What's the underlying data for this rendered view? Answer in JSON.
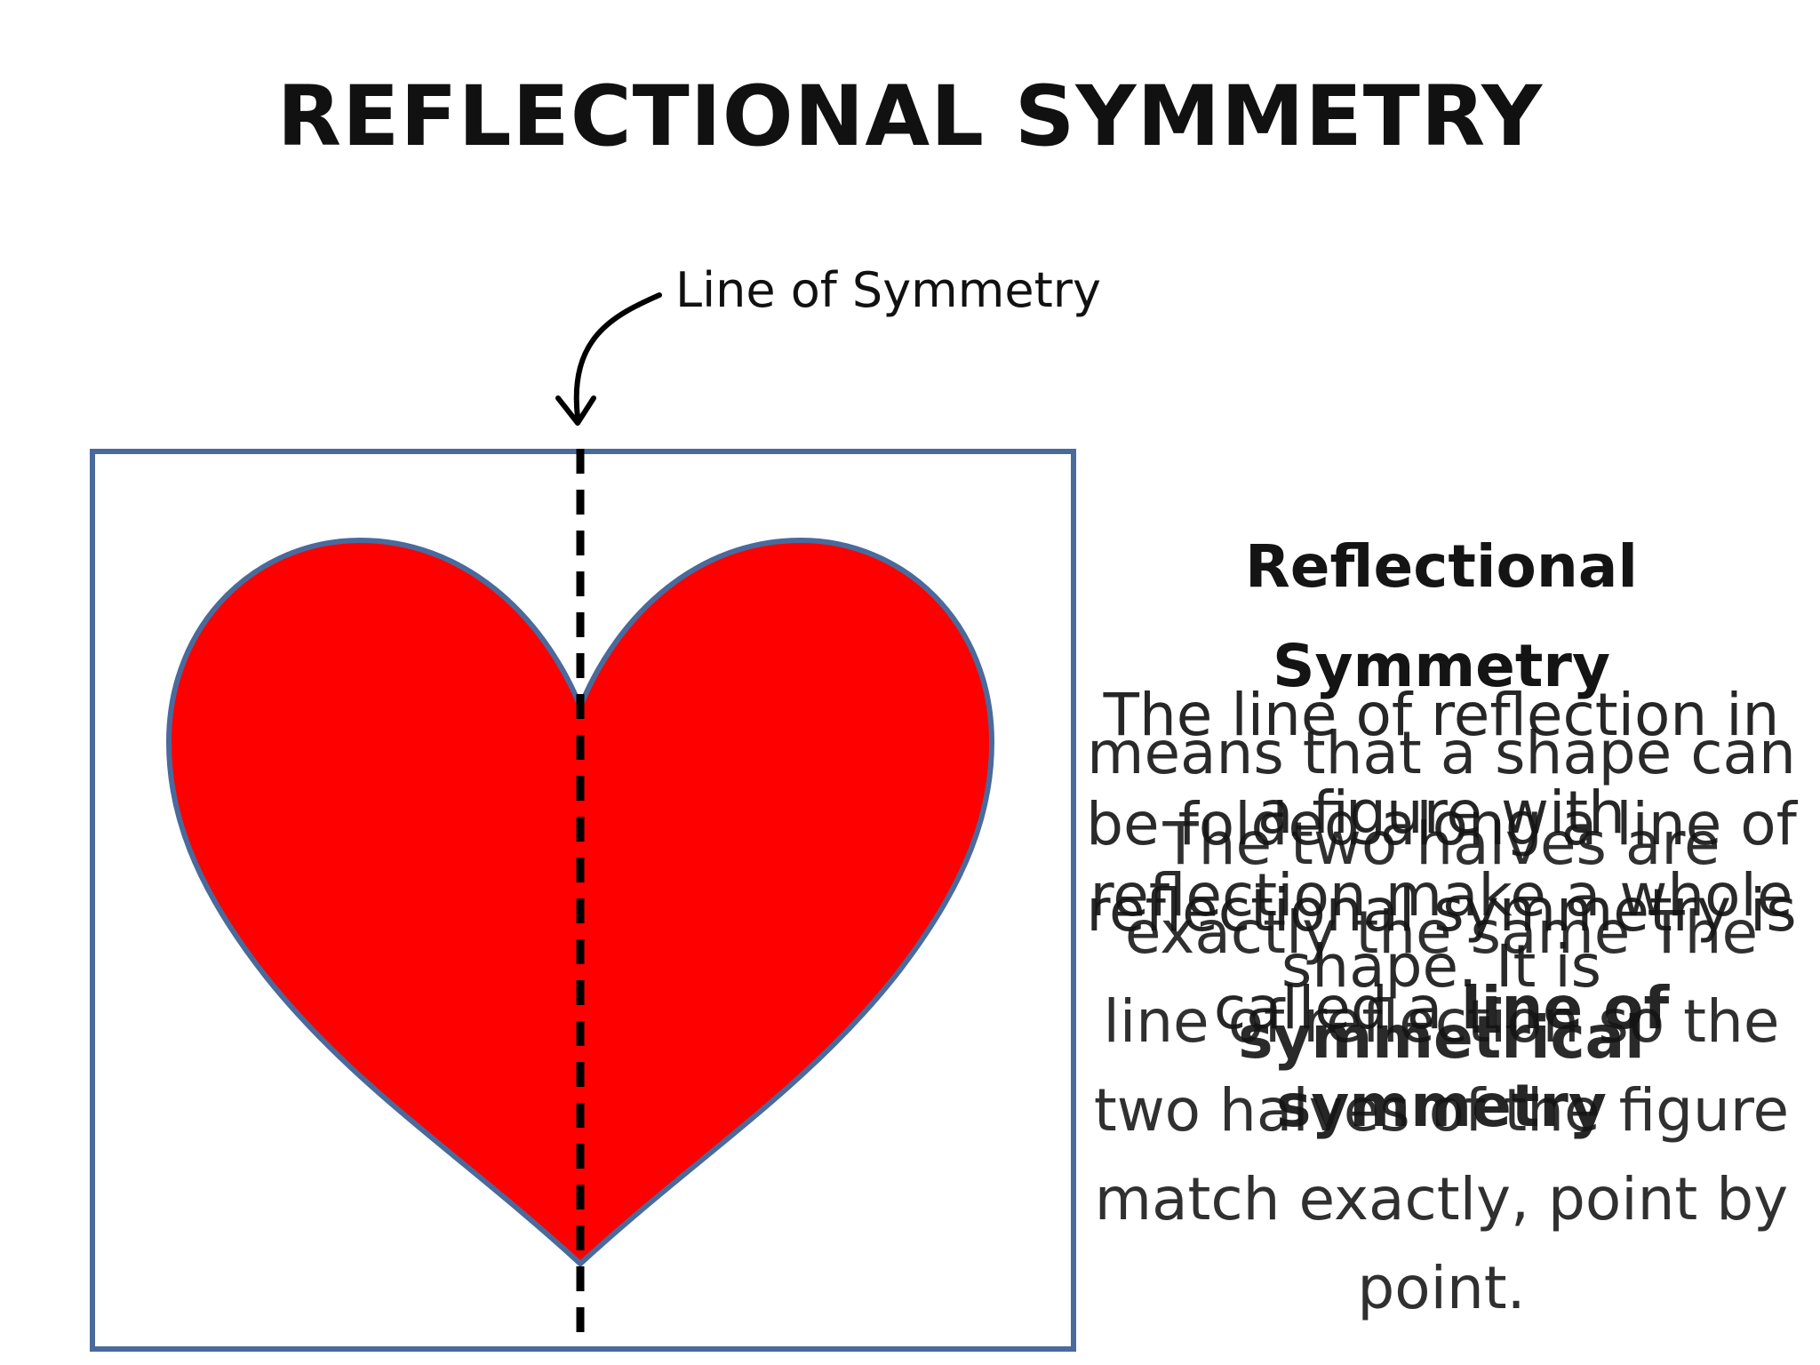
{
  "slide": {
    "title": "REFLECTIONAL SYMMETRY",
    "line_label": "Line of Symmetry"
  },
  "callout": {
    "heading": "Reflectional Symmetry",
    "text_reflection": "The line of reflection in a figure with reflectional symmetry is called a",
    "text_reflection_bold": "line of symmetry",
    "text_halves": "The two halves are exactly the same",
    "text_halves_2": "The line of reflection so the two halves of the figure match exactly, point by point.",
    "text_shape": "means that a shape can be folded along a line of reflection",
    "text_shape_2": "make a whole shape. It is",
    "text_shape_bold": "symmetrical"
  },
  "colors": {
    "heart_fill": "#FF0000",
    "heart_stroke": "#4A6A9C",
    "frame_stroke": "#4A6A9C",
    "line": "#000000"
  }
}
